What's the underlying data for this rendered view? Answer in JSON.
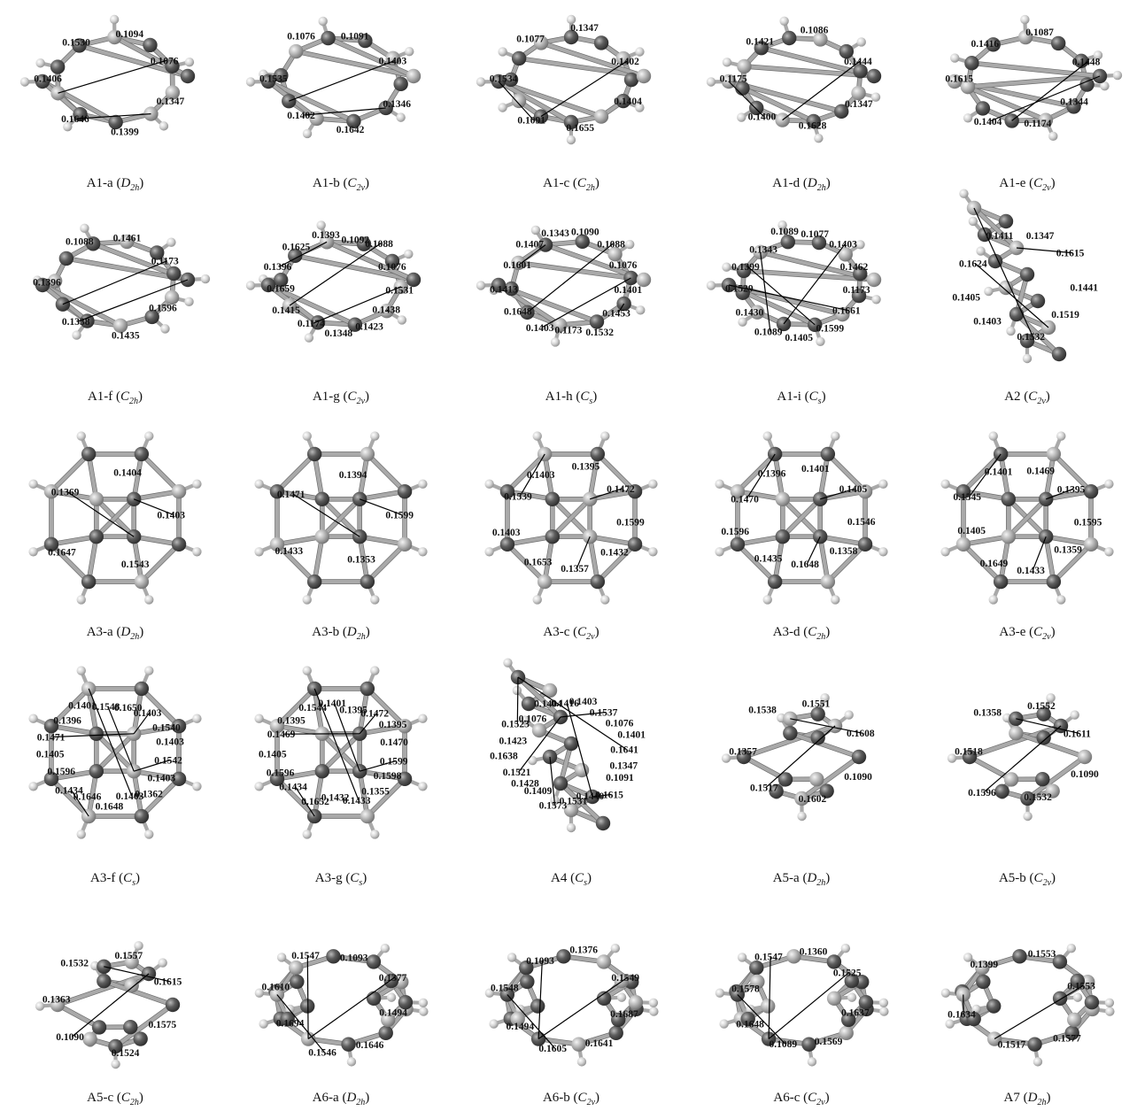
{
  "panels": [
    {
      "id": "A1-a",
      "sym": "D",
      "sub": "2h",
      "labels": [
        "0.1094",
        "0.1076",
        "0.1347",
        "0.1399",
        "0.1646",
        "0.1406",
        "0.1530"
      ]
    },
    {
      "id": "A1-b",
      "sym": "C",
      "sub": "2v",
      "labels": [
        "0.1091",
        "0.1403",
        "0.1346",
        "0.1642",
        "0.1402",
        "0.1535",
        "0.1076"
      ]
    },
    {
      "id": "A1-c",
      "sym": "C",
      "sub": "2h",
      "labels": [
        "0.1347",
        "0.1402",
        "0.1404",
        "0.1655",
        "0.1091",
        "0.1534",
        "0.1077"
      ]
    },
    {
      "id": "A1-d",
      "sym": "D",
      "sub": "2h",
      "labels": [
        "0.1086",
        "0.1444",
        "0.1347",
        "0.1628",
        "0.1400",
        "0.1175",
        "0.1421"
      ]
    },
    {
      "id": "A1-e",
      "sym": "C",
      "sub": "2v",
      "labels": [
        "0.1087",
        "0.1448",
        "0.1344",
        "0.1174",
        "0.1404",
        "0.1615",
        "0.1416"
      ]
    },
    {
      "id": "A1-f",
      "sym": "C",
      "sub": "2h",
      "labels": [
        "0.1461",
        "0.1173",
        "0.1596",
        "0.1435",
        "0.1338",
        "0.1396",
        "0.1088"
      ]
    },
    {
      "id": "A1-g",
      "sym": "C",
      "sub": "2v",
      "labels": [
        "0.1092",
        "0.1088",
        "0.1076",
        "0.1531",
        "0.1438",
        "0.1423",
        "0.1348",
        "0.1174",
        "0.1415",
        "0.1659",
        "0.1396",
        "0.1625",
        "0.1393"
      ]
    },
    {
      "id": "A1-h",
      "sym": "C",
      "sub": "s",
      "labels": [
        "0.1090",
        "0.1088",
        "0.1076",
        "0.1401",
        "0.1453",
        "0.1532",
        "0.1173",
        "0.1403",
        "0.1648",
        "0.1413",
        "0.1601",
        "0.1407",
        "0.1343"
      ]
    },
    {
      "id": "A1-i",
      "sym": "C",
      "sub": "s",
      "labels": [
        "0.1077",
        "0.1403",
        "0.1462",
        "0.1173",
        "0.1661",
        "0.1599",
        "0.1405",
        "0.1089",
        "0.1430",
        "0.1529",
        "0.1399",
        "0.1343",
        "0.1089"
      ]
    },
    {
      "id": "A2",
      "sym": "C",
      "sub": "2v",
      "labels": [
        "0.1347",
        "0.1615",
        "0.1441",
        "0.1519",
        "0.1532",
        "0.1403",
        "0.1405",
        "0.1624",
        "0.1411"
      ]
    },
    {
      "id": "A3-a",
      "sym": "D",
      "sub": "2h",
      "labels": [
        "0.1404",
        "0.1403",
        "0.1543",
        "0.1647",
        "0.1369"
      ]
    },
    {
      "id": "A3-b",
      "sym": "D",
      "sub": "2h",
      "labels": [
        "0.1394",
        "0.1599",
        "0.1353",
        "0.1433",
        "0.1471"
      ]
    },
    {
      "id": "A3-c",
      "sym": "C",
      "sub": "2v",
      "labels": [
        "0.1395",
        "0.1472",
        "0.1599",
        "0.1432",
        "0.1357",
        "0.1653",
        "0.1403",
        "0.1539",
        "0.1403"
      ]
    },
    {
      "id": "A3-d",
      "sym": "C",
      "sub": "2h",
      "labels": [
        "0.1401",
        "0.1405",
        "0.1546",
        "0.1358",
        "0.1648",
        "0.1435",
        "0.1596",
        "0.1470",
        "0.1396"
      ]
    },
    {
      "id": "A3-e",
      "sym": "C",
      "sub": "2v",
      "labels": [
        "0.1469",
        "0.1395",
        "0.1595",
        "0.1359",
        "0.1433",
        "0.1649",
        "0.1405",
        "0.1545",
        "0.1401"
      ]
    },
    {
      "id": "A3-f",
      "sym": "C",
      "sub": "s",
      "labels": [
        "0.1650",
        "0.1403",
        "0.1540",
        "0.1403",
        "0.1542",
        "0.1403",
        "0.1362",
        "0.1403",
        "0.1648",
        "0.1646",
        "0.1434",
        "0.1596",
        "0.1405",
        "0.1471",
        "0.1396",
        "0.1401",
        "0.1548"
      ]
    },
    {
      "id": "A3-g",
      "sym": "C",
      "sub": "s",
      "labels": [
        "0.1395",
        "0.1472",
        "0.1395",
        "0.1470",
        "0.1599",
        "0.1598",
        "0.1355",
        "0.1433",
        "0.1432",
        "0.1652",
        "0.1434",
        "0.1596",
        "0.1405",
        "0.1469",
        "0.1395",
        "0.1544",
        "0.1401"
      ]
    },
    {
      "id": "A4",
      "sym": "C",
      "sub": "s",
      "labels": [
        "0.1403",
        "0.1537",
        "0.1076",
        "0.1401",
        "0.1641",
        "0.1347",
        "0.1091",
        "0.1615",
        "0.1440",
        "0.1531",
        "0.1573",
        "0.1409",
        "0.1428",
        "0.1521",
        "0.1638",
        "0.1423",
        "0.1523",
        "0.1076",
        "0.1404",
        "0.1416"
      ]
    },
    {
      "id": "A5-a",
      "sym": "D",
      "sub": "2h",
      "labels": [
        "0.1551",
        "0.1608",
        "0.1090",
        "0.1602",
        "0.1517",
        "0.1357",
        "0.1538"
      ]
    },
    {
      "id": "A5-b",
      "sym": "C",
      "sub": "2v",
      "labels": [
        "0.1552",
        "0.1611",
        "0.1090",
        "0.1532",
        "0.1596",
        "0.1518",
        "0.1358"
      ]
    },
    {
      "id": "A5-c",
      "sym": "C",
      "sub": "2h",
      "labels": [
        "0.1557",
        "0.1615",
        "0.1575",
        "0.1524",
        "0.1090",
        "0.1363",
        "0.1532"
      ]
    },
    {
      "id": "A6-a",
      "sym": "D",
      "sub": "2h",
      "labels": [
        "0.1093",
        "0.1377",
        "0.1494",
        "0.1646",
        "0.1546",
        "0.1694",
        "0.1610",
        "0.1547"
      ]
    },
    {
      "id": "A6-b",
      "sym": "C",
      "sub": "2v",
      "labels": [
        "0.1376",
        "0.1549",
        "0.1687",
        "0.1641",
        "0.1605",
        "0.1494",
        "0.1548",
        "0.1093"
      ]
    },
    {
      "id": "A6-c",
      "sym": "C",
      "sub": "2v",
      "labels": [
        "0.1360",
        "0.1525",
        "0.1637",
        "0.1569",
        "0.1089",
        "0.1648",
        "0.1578",
        "0.1547"
      ]
    },
    {
      "id": "A7",
      "sym": "D",
      "sub": "2h",
      "labels": [
        "0.1553",
        "0.1553",
        "0.1577",
        "0.1517",
        "0.1634",
        "0.1399"
      ]
    }
  ],
  "colors": {
    "carbon_dark": "#555555",
    "carbon_light": "#a8a8a8",
    "hydrogen": "#c8c8c8",
    "bond": "#a9a9a9"
  }
}
